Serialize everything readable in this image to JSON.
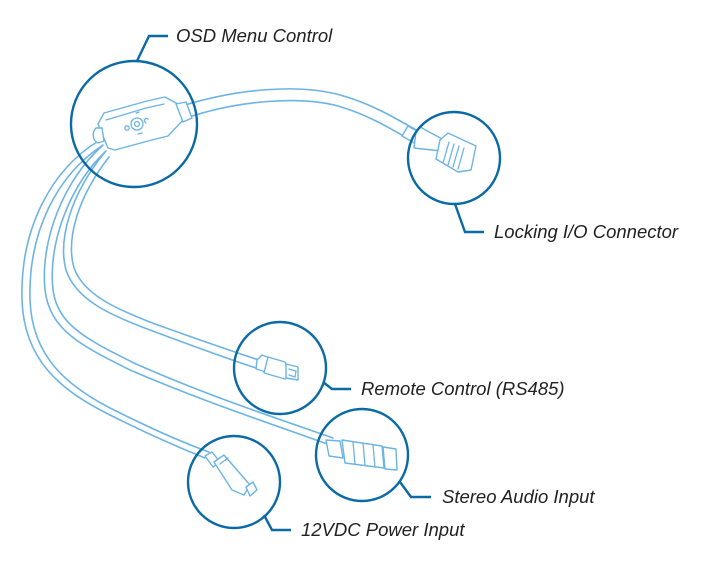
{
  "diagram": {
    "title": "Camera cable breakout connectors",
    "colors": {
      "callout_ring": "#0a6aa6",
      "cable": "#6cb4e4",
      "label_text": "#222222"
    },
    "callouts": [
      {
        "id": "osd",
        "label": "OSD Menu Control"
      },
      {
        "id": "locking",
        "label": "Locking I/O Connector"
      },
      {
        "id": "remote",
        "label": "Remote Control (RS485)"
      },
      {
        "id": "audio",
        "label": "Stereo Audio Input"
      },
      {
        "id": "power",
        "label": "12VDC Power Input"
      }
    ]
  }
}
